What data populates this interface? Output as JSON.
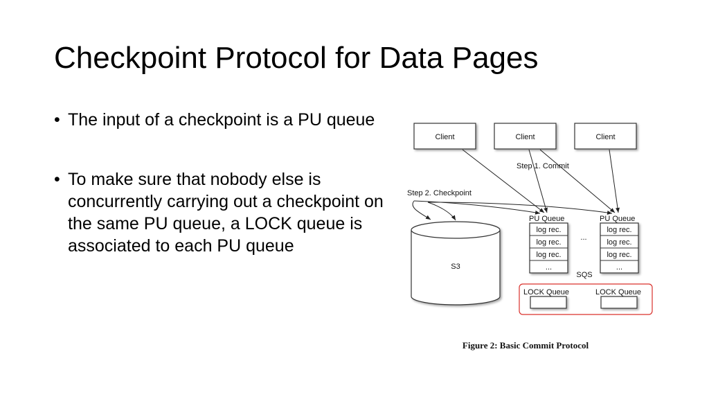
{
  "slide": {
    "title": "Checkpoint Protocol for Data Pages",
    "bullets": [
      "The input of a checkpoint is a PU queue",
      "To make sure that nobody else is concurrently carrying out a checkpoint on the same PU queue, a LOCK queue is associated to each PU queue"
    ]
  },
  "diagram": {
    "clients": [
      "Client",
      "Client",
      "Client"
    ],
    "step1_label": "Step 1. Commit",
    "step2_label": "Step 2. Checkpoint",
    "storage_label": "S3",
    "pu_queue_label": "PU Queue",
    "log_rec_label": "log rec.",
    "ellipsis": "...",
    "sqs_label": "SQS",
    "lock_queue_label": "LOCK Queue",
    "caption": "Figure 2: Basic Commit Protocol",
    "colors": {
      "lock_border": "#d9302b",
      "box_border": "#333333"
    }
  }
}
